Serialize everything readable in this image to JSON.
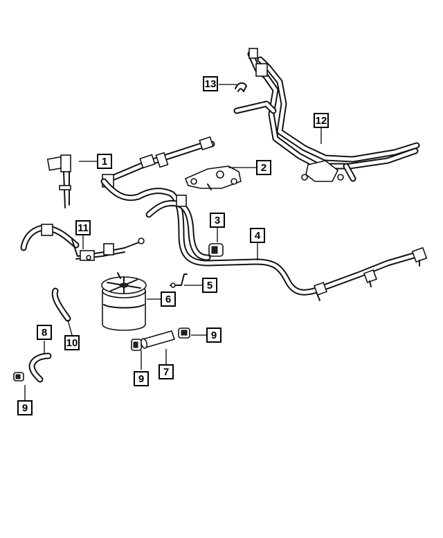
{
  "callouts": {
    "c1": "1",
    "c2": "2",
    "c3": "3",
    "c4": "4",
    "c5": "5",
    "c6": "6",
    "c7": "7",
    "c8": "8",
    "c9a": "9",
    "c9b": "9",
    "c9c": "9",
    "c10": "10",
    "c11": "11",
    "c12": "12",
    "c13": "13"
  }
}
